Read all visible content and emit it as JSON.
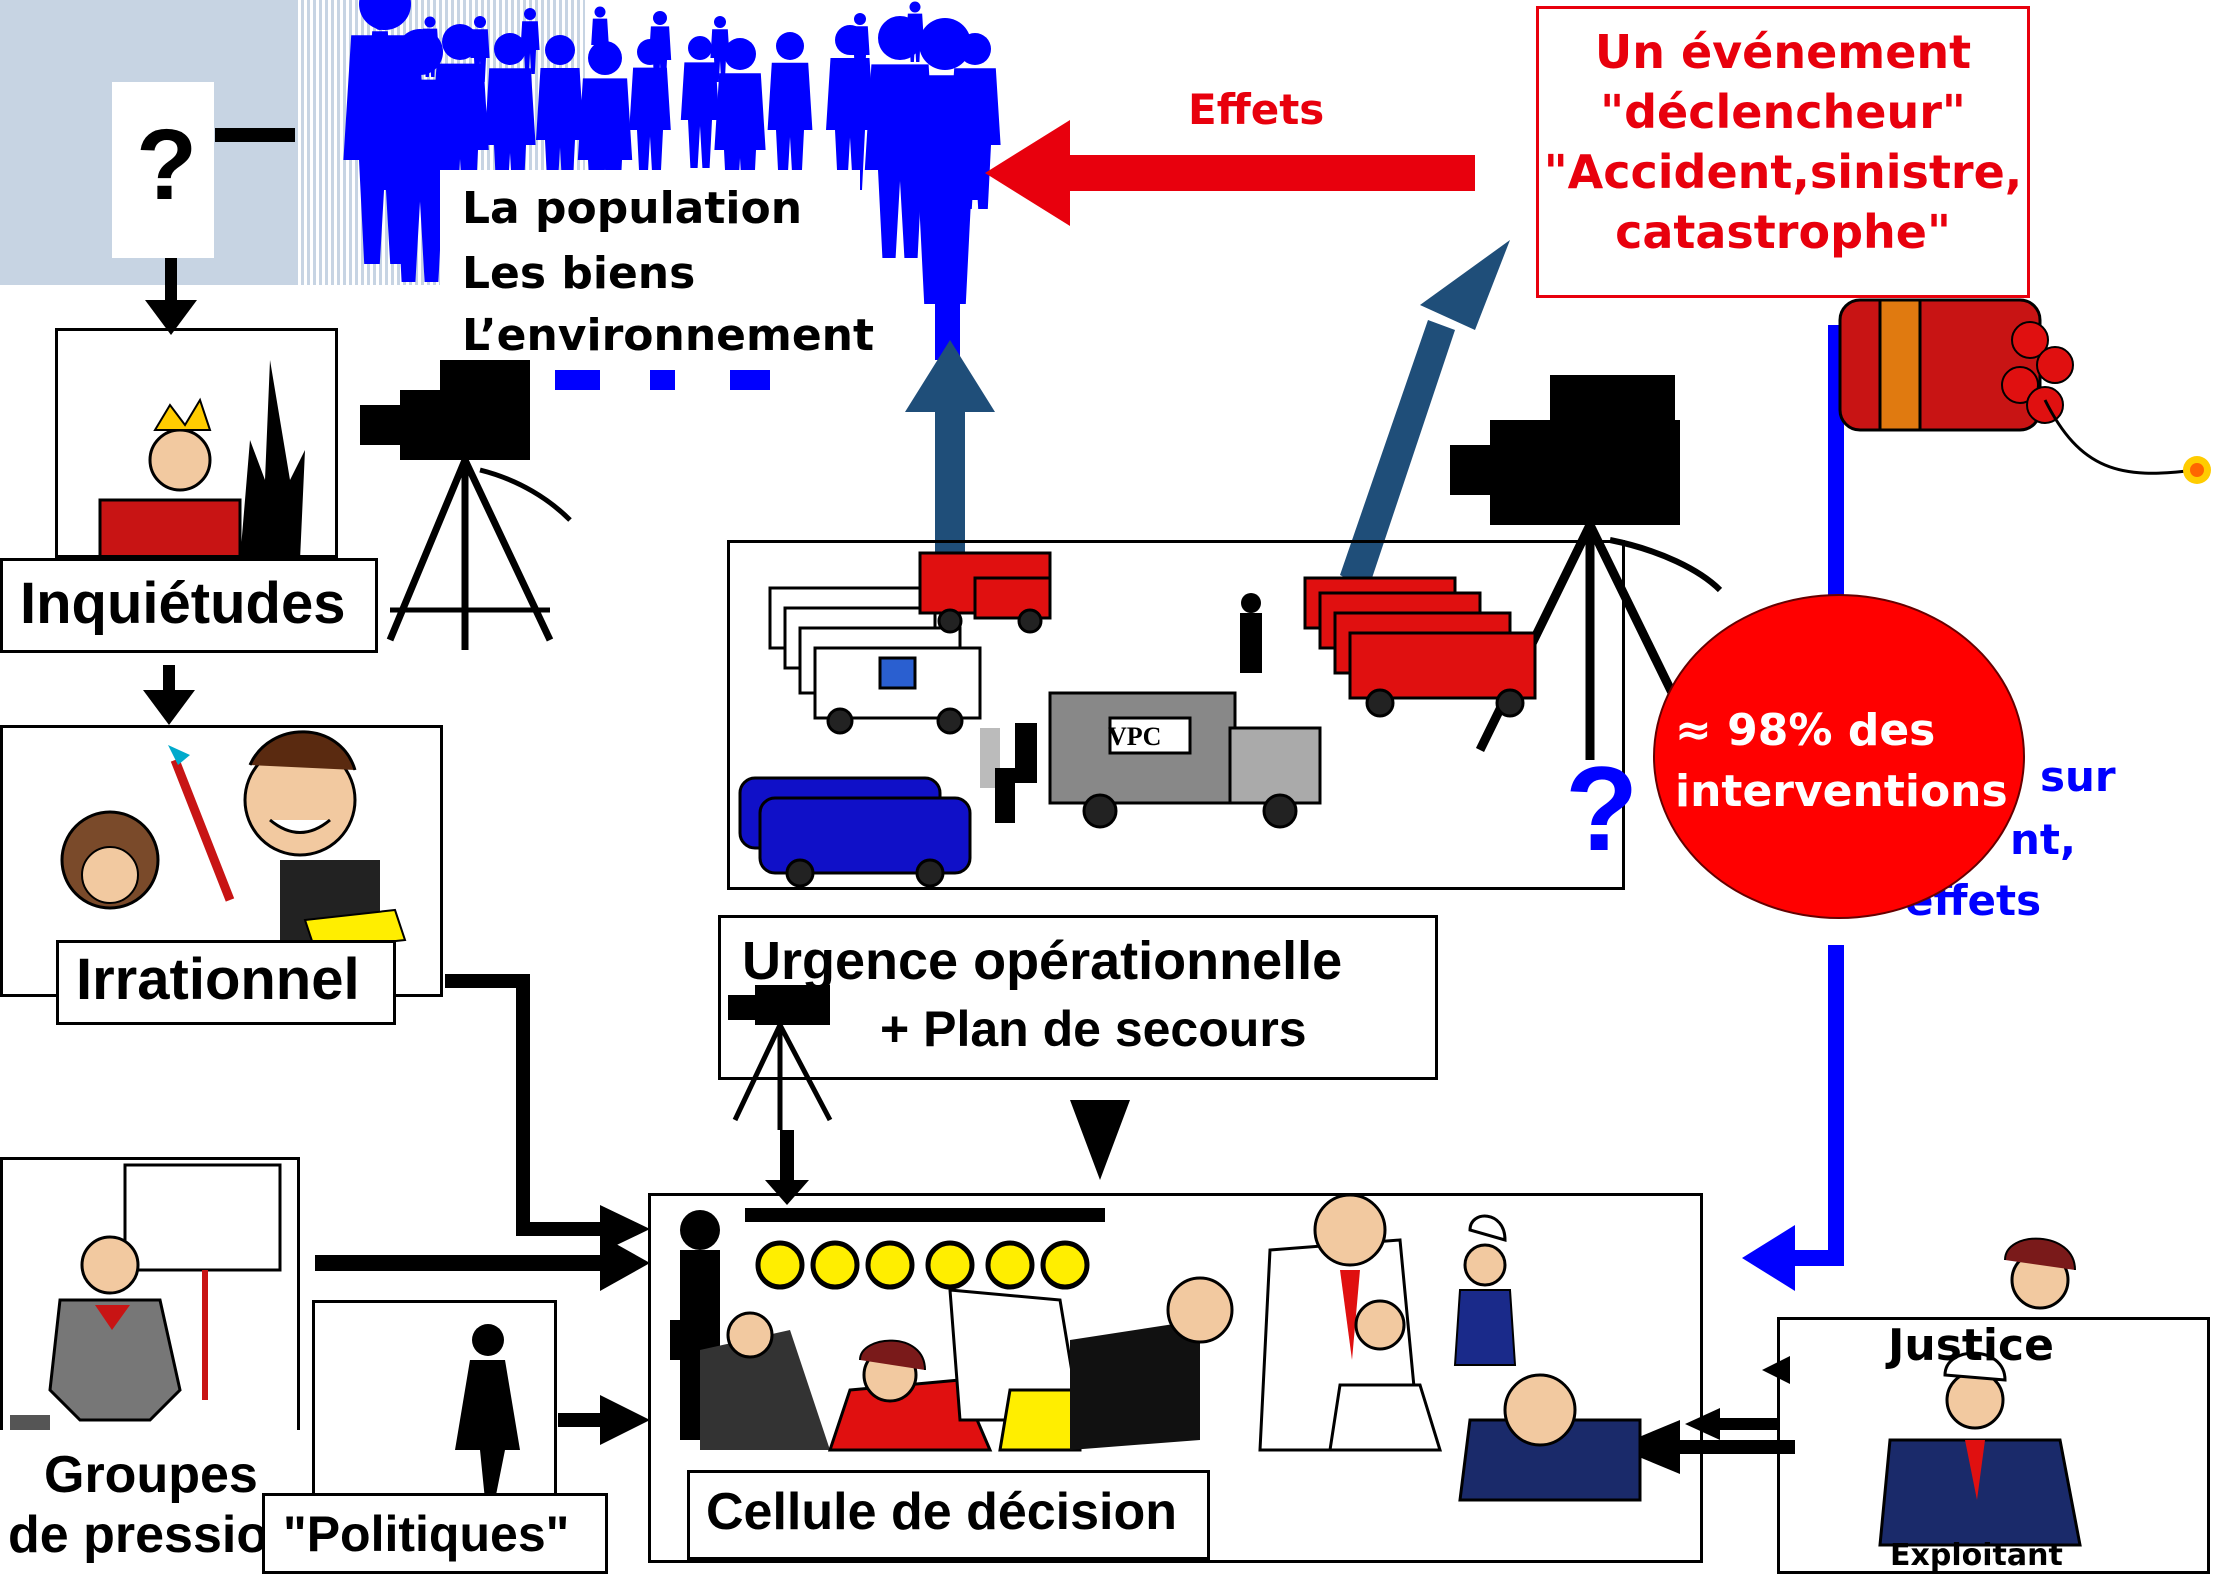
{
  "top_left": {
    "question_mark": "?"
  },
  "population": {
    "line1": "La population",
    "line2": "Les biens",
    "line3": "L’environnement"
  },
  "effects_label": "Effets",
  "event_box": {
    "line1": "Un événement",
    "line2": "\"déclencheur\"",
    "line3": "\"Accident,sinistre,",
    "line4": "catastrophe\""
  },
  "inquietudes_label": "Inquiétudes",
  "irrationnel_label": "Irrationnel",
  "vehicles": {
    "vpc_label": "VPC",
    "question_mark": "?"
  },
  "red_circle": {
    "line1": "≈ 98% des",
    "line2": "interventions"
  },
  "blue_partial": {
    "line1": "sur",
    "line2": "nt,",
    "line3": "effets"
  },
  "urgence_box": {
    "line1": "Urgence opérationnelle",
    "line2": "+ Plan de secours"
  },
  "cellule_label": "Cellule de décision",
  "groupes": {
    "line1": "Groupes",
    "line2": "de pressio"
  },
  "politiques_label": "\"Politiques\"",
  "justice_box": {
    "line1": "Justice",
    "line2": "Exploitant"
  },
  "colors": {
    "red": "#e8000d",
    "blue": "#0000ff",
    "steel_blue": "#1f4e79",
    "light_blue_bg": "#c7d4e3",
    "circle_red": "#ff0000"
  }
}
